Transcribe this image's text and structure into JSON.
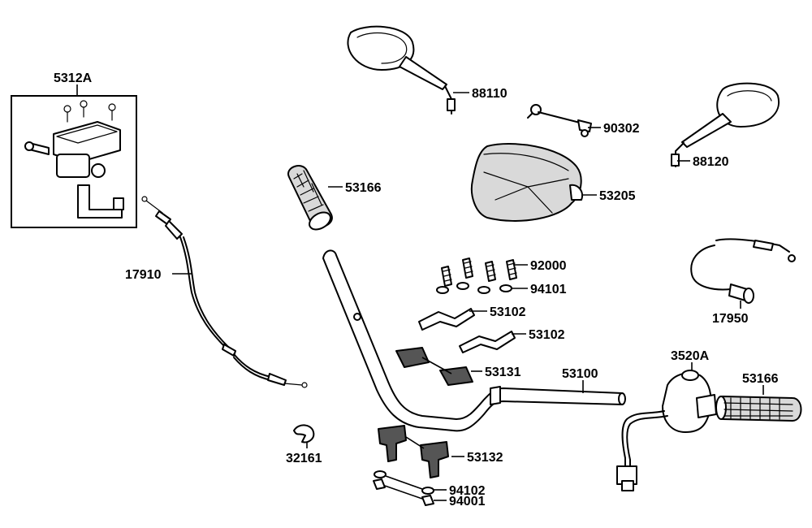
{
  "labels": {
    "p5312A": "5312A",
    "p88110": "88110",
    "p90302": "90302",
    "p88120": "88120",
    "p53166a": "53166",
    "p53205": "53205",
    "p17910": "17910",
    "p92000": "92000",
    "p94101": "94101",
    "p53102a": "53102",
    "p53102b": "53102",
    "p17950": "17950",
    "p53131": "53131",
    "p53100": "53100",
    "p3520A": "3520A",
    "p53166b": "53166",
    "p32161": "32161",
    "p53132": "53132",
    "p94102": "94102",
    "p94001": "94001"
  }
}
